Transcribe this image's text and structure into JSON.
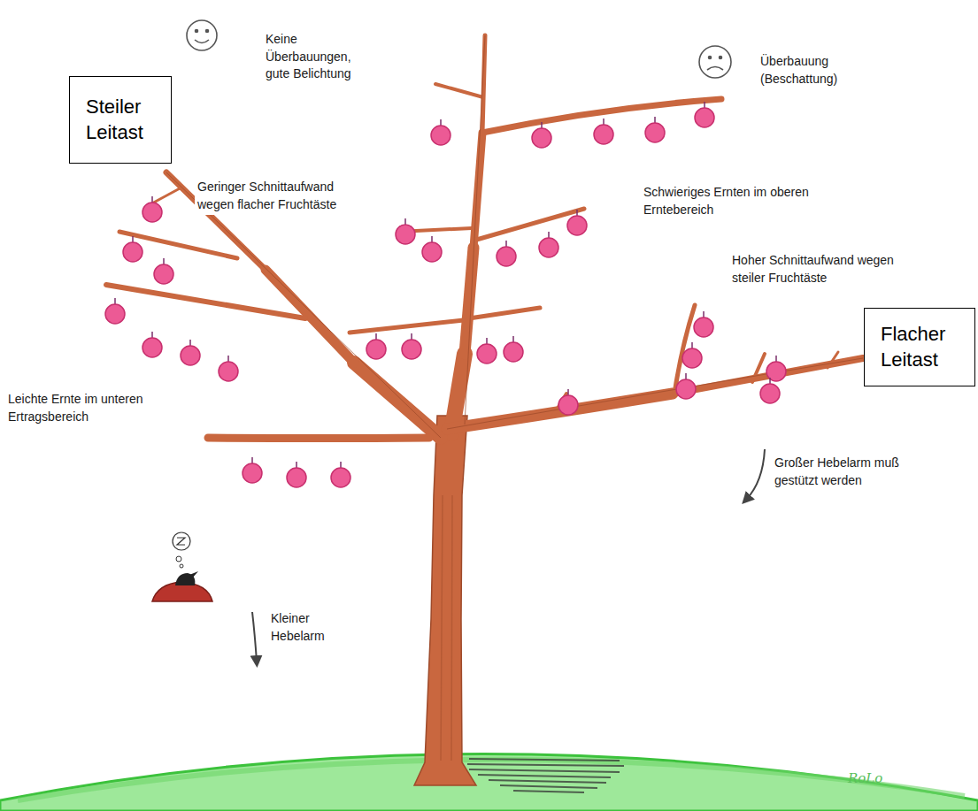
{
  "diagram": {
    "nodes": [
      {
        "text": [
          "Steiler Leitast"
        ]
      },
      {
        "text": [
          "Flacher Leitast"
        ]
      }
    ],
    "edges": [],
    "labels": [
      "Keine Überbauungen, gute Belichtung",
      "Überbauung (Beschattung)",
      "Geringer Schnittaufwand wegen flacher Fruchtäste",
      "Schwieriges Ernten im oberen Erntebereich",
      "Hoher Schnittaufwand wegen steiler Fruchtäste",
      "Leichte Ernte im unteren Ertragsbereich",
      "Großer Hebelarm muß gestützt werden",
      "Kleiner Hebelarm",
      "RoLo"
    ]
  }
}
